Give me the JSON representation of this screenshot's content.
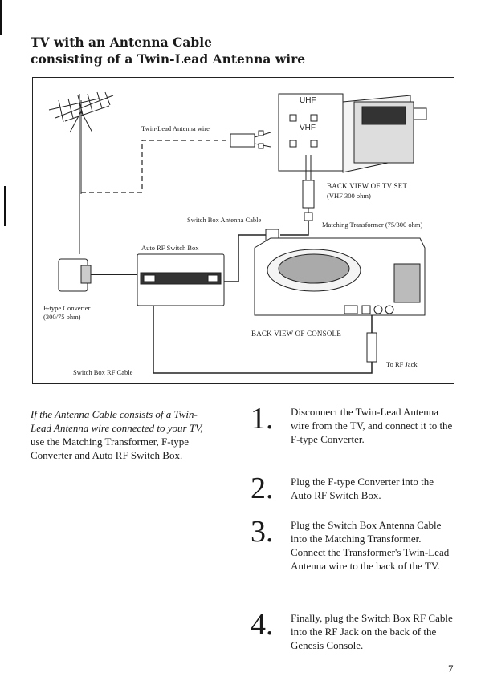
{
  "page": {
    "title_line1": "TV with an Antenna Cable",
    "title_line2": "consisting of a Twin-Lead Antenna wire",
    "page_number": "7"
  },
  "diagram": {
    "labels": {
      "twin_lead": "Twin-Lead Antenna wire",
      "uhf": "UHF",
      "vhf": "VHF",
      "back_view_tv_1": "BACK VIEW OF TV SET",
      "back_view_tv_2": "(VHF 300 ohm)",
      "switch_box_antenna_cable": "Switch Box Antenna Cable",
      "matching_transformer": "Matching Transformer (75/300 ohm)",
      "auto_rf_switch_box": "Auto RF Switch Box",
      "f_type_converter_1": "F-type Converter",
      "f_type_converter_2": "(300/75 ohm)",
      "back_view_console": "BACK VIEW OF CONSOLE",
      "to_rf_jack": "To RF Jack",
      "switch_box_rf_cable": "Switch Box RF Cable"
    }
  },
  "intro": {
    "italic_part": "If the Antenna Cable consists of a Twin-Lead Antenna wire connected to your TV,",
    "plain_part": " use the Matching Transformer, F-type Converter and Auto RF Switch Box."
  },
  "steps": [
    {
      "number": "1.",
      "text": "Disconnect the Twin-Lead Antenna wire from the TV, and connect it to the F-type Converter."
    },
    {
      "number": "2.",
      "text": "Plug the F-type Converter into the Auto RF Switch Box."
    },
    {
      "number": "3.",
      "text": "Plug the Switch Box Antenna Cable into the Matching Transformer. Connect the Transformer's Twin-Lead Antenna wire to the back of the TV."
    },
    {
      "number": "4.",
      "text": "Finally, plug the Switch Box RF Cable into the RF Jack on the back of the Genesis Console."
    }
  ]
}
